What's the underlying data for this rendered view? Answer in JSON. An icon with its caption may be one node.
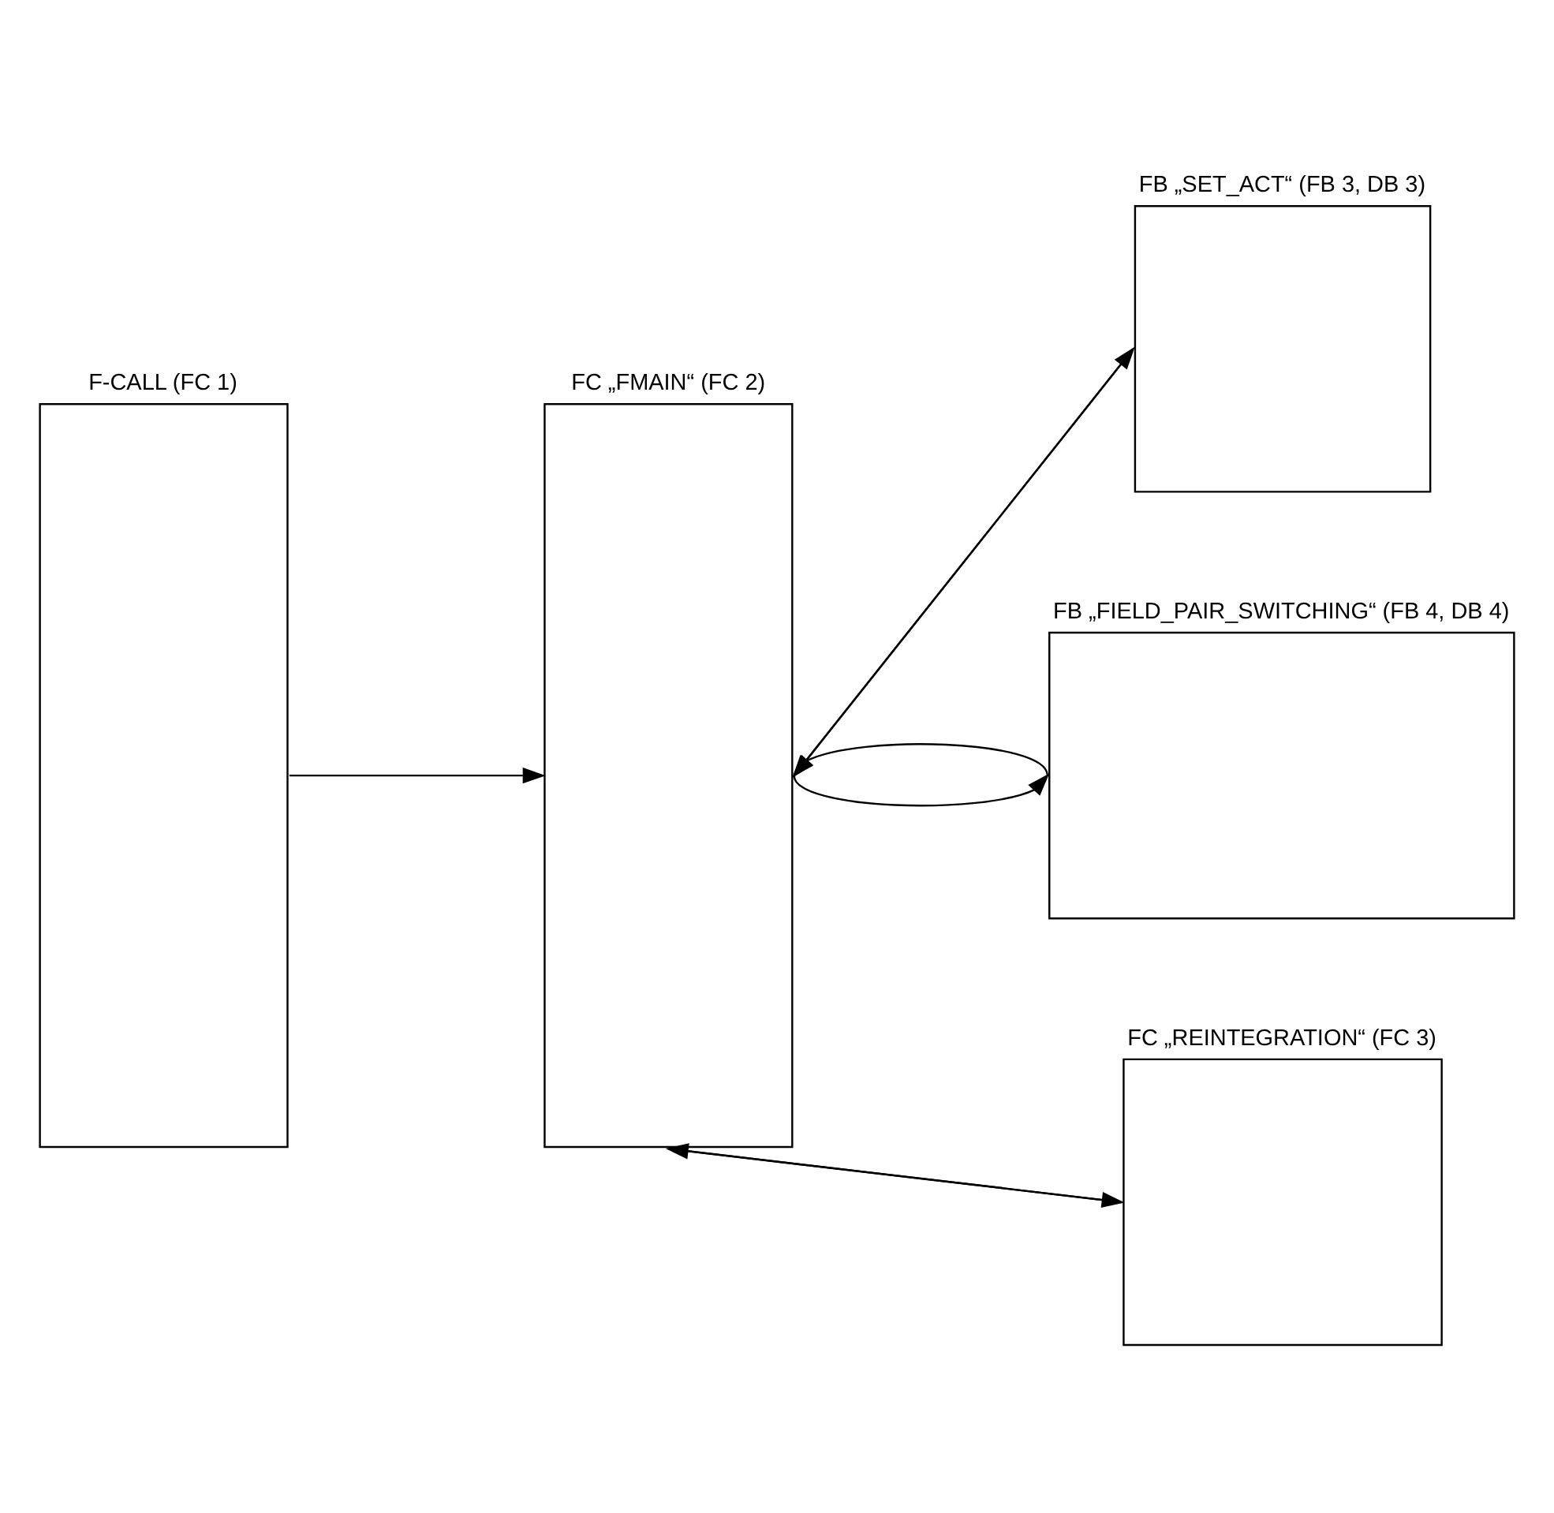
{
  "diagram": {
    "nodes": [
      {
        "text": [
          "F-CALL (FC 1)"
        ]
      },
      {
        "text": [
          "FC „FMAIN“ (FC 2)"
        ]
      },
      {
        "text": [
          "FB „SET_ACT“ (FB 3, DB 3)"
        ]
      },
      {
        "text": [
          "FB „FIELD_PAIR_SWITCHING“ (FB 4, DB 4)"
        ]
      },
      {
        "text": [
          "FC „REINTEGRATION“ (FC 3)"
        ]
      }
    ],
    "edges": [
      {
        "from": 0,
        "to": 1,
        "arrow": "to"
      },
      {
        "from": 1,
        "to": 2,
        "arrow": "to"
      },
      {
        "from": 2,
        "to": 1,
        "arrow": "to"
      },
      {
        "from": 1,
        "to": 3,
        "arrow": "to"
      },
      {
        "from": 3,
        "to": 1,
        "arrow": "to"
      },
      {
        "from": 1,
        "to": 4,
        "arrow": "to"
      },
      {
        "from": 4,
        "to": 1,
        "arrow": "to"
      }
    ]
  }
}
